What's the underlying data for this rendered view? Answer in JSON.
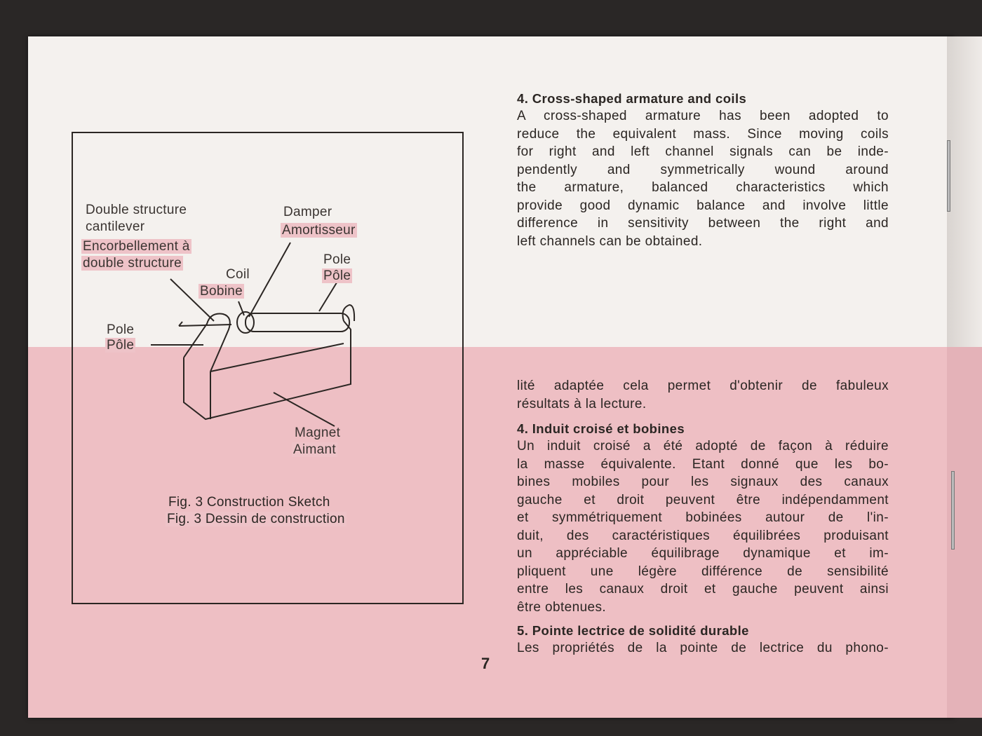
{
  "figure": {
    "labels": {
      "cantilever_en": [
        "Double structure",
        "cantilever"
      ],
      "cantilever_fr": [
        "Encorbellement à",
        "double structure"
      ],
      "damper_en": "Damper",
      "damper_fr": "Amortisseur",
      "coil_en": "Coil",
      "coil_fr": "Bobine",
      "pole_right_en": "Pole",
      "pole_right_fr": "Pôle",
      "pole_left_en": "Pole",
      "pole_left_fr": "Pôle",
      "magnet_en": "Magnet",
      "magnet_fr": "Aimant"
    },
    "caption_en": "Fig. 3  Construction Sketch",
    "caption_fr": "Fig. 3  Dessin de construction"
  },
  "english": {
    "heading": "4.  Cross-shaped armature and coils",
    "lines": [
      "A cross-shaped armature has been adopted to",
      "reduce the equivalent mass. Since moving coils",
      "for right and left channel signals can be inde-",
      "pendently and symmetrically wound around",
      "the armature, balanced characteristics which",
      "provide good dynamic balance and involve little",
      "difference in sensitivity between the right and",
      "left channels can be obtained."
    ]
  },
  "french": {
    "intro_lines": [
      "lité adaptée cela permet d'obtenir de fabuleux",
      "résultats à la lecture."
    ],
    "heading4": "4.  Induit croisé et bobines",
    "lines4": [
      "Un induit croisé a été adopté de façon à réduire",
      "la masse équivalente. Etant donné que les bo-",
      "bines mobiles pour les signaux des canaux",
      "gauche et droit peuvent être indépendamment",
      "et symmétriquement bobinées autour de l'in-",
      "duit, des caractéristiques équilibrées produisant",
      "un appréciable équilibrage dynamique et im-",
      "pliquent une légère différence de sensibilité",
      "entre les canaux droit et gauche peuvent ainsi",
      "être obtenues."
    ],
    "heading5": "5.  Pointe lectrice de solidité durable",
    "lines5": [
      "Les propriétés de la pointe de lectrice du phono-"
    ]
  },
  "page_number": "7"
}
